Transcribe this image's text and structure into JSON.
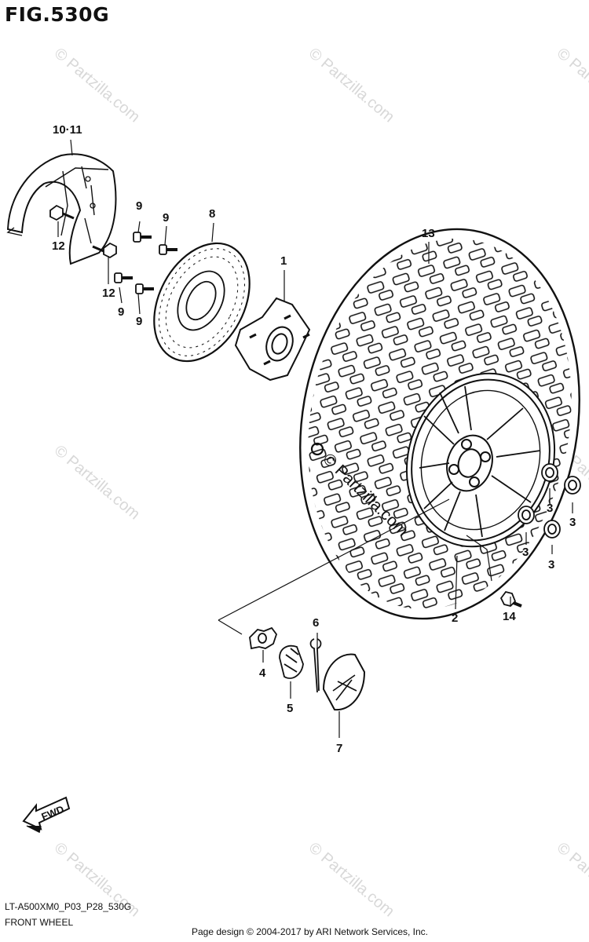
{
  "figure": {
    "title": "FIG.530G",
    "code": "LT-A500XM0_P03_P28_530G",
    "caption": "FRONT WHEEL",
    "copyright": "Page design © 2004-2017 by ARI Network Services, Inc."
  },
  "watermark": {
    "text": "© Partzilla.com",
    "center_text": "© Partzilla.com"
  },
  "fwd_arrow": {
    "label": "FWD"
  },
  "callouts": [
    {
      "id": "c-10-11",
      "text": "10·11"
    },
    {
      "id": "c-12a",
      "text": "12"
    },
    {
      "id": "c-12b",
      "text": "12"
    },
    {
      "id": "c-9a",
      "text": "9"
    },
    {
      "id": "c-9b",
      "text": "9"
    },
    {
      "id": "c-9c",
      "text": "9"
    },
    {
      "id": "c-9d",
      "text": "9"
    },
    {
      "id": "c-8",
      "text": "8"
    },
    {
      "id": "c-1",
      "text": "1"
    },
    {
      "id": "c-13",
      "text": "13"
    },
    {
      "id": "c-3a",
      "text": "3"
    },
    {
      "id": "c-3b",
      "text": "3"
    },
    {
      "id": "c-3c",
      "text": "3"
    },
    {
      "id": "c-3d",
      "text": "3"
    },
    {
      "id": "c-2",
      "text": "2"
    },
    {
      "id": "c-14",
      "text": "14"
    },
    {
      "id": "c-6",
      "text": "6"
    },
    {
      "id": "c-4",
      "text": "4"
    },
    {
      "id": "c-5",
      "text": "5"
    },
    {
      "id": "c-7",
      "text": "7"
    }
  ]
}
